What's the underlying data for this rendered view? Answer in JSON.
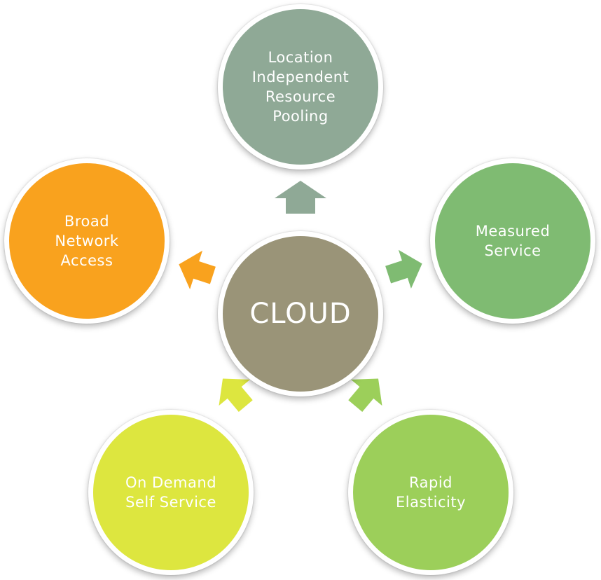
{
  "diagram": {
    "center": {
      "label": "CLOUD",
      "color": "#9a9478"
    },
    "nodes": [
      {
        "id": "top",
        "label": "Location\nIndependent\nResource\nPooling",
        "color": "#8fa996"
      },
      {
        "id": "right",
        "label": "Measured\nService",
        "color": "#7fbb72"
      },
      {
        "id": "left",
        "label": "Broad\nNetwork\nAccess",
        "color": "#f9a21e"
      },
      {
        "id": "bl",
        "label": "On Demand\nSelf Service",
        "color": "#dde63f"
      },
      {
        "id": "br",
        "label": "Rapid\nElasticity",
        "color": "#9ccf5a"
      }
    ],
    "arrow_colors": {
      "top": "#8fa996",
      "right": "#7fbb72",
      "left": "#f9a21e",
      "bl": "#dde63f",
      "br": "#9ccf5a"
    }
  }
}
